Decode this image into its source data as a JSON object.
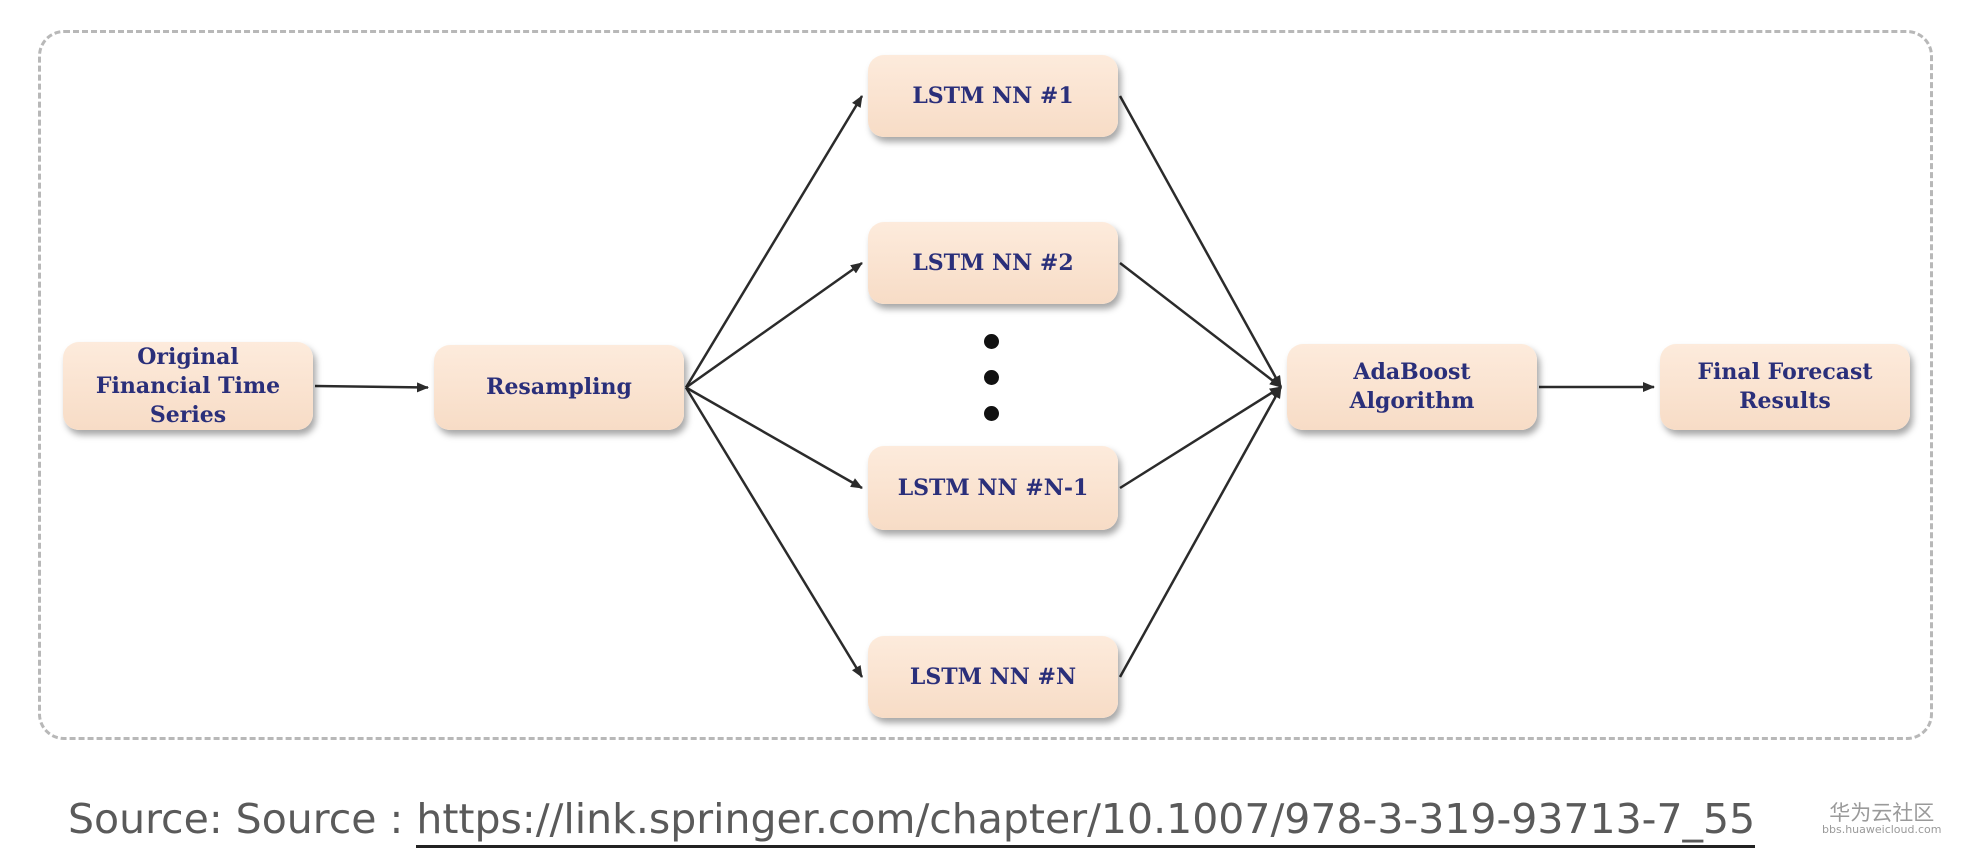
{
  "diagram": {
    "nodes": [
      {
        "id": "original",
        "label": "Original\nFinancial Time\nSeries"
      },
      {
        "id": "resampling",
        "label": "Resampling"
      },
      {
        "id": "lstm1",
        "label": "LSTM NN #1"
      },
      {
        "id": "lstm2",
        "label": "LSTM NN #2"
      },
      {
        "id": "lstmn1",
        "label": "LSTM NN #N-1"
      },
      {
        "id": "lstmn",
        "label": "LSTM NN #N"
      },
      {
        "id": "adaboost",
        "label": "AdaBoost\nAlgorithm"
      },
      {
        "id": "final",
        "label": "Final Forecast\nResults"
      }
    ],
    "edges": [
      {
        "from": "original",
        "to": "resampling"
      },
      {
        "from": "resampling",
        "to": "lstm1"
      },
      {
        "from": "resampling",
        "to": "lstm2"
      },
      {
        "from": "resampling",
        "to": "lstmn1"
      },
      {
        "from": "resampling",
        "to": "lstmn"
      },
      {
        "from": "lstm1",
        "to": "adaboost"
      },
      {
        "from": "lstm2",
        "to": "adaboost"
      },
      {
        "from": "lstmn1",
        "to": "adaboost"
      },
      {
        "from": "lstmn",
        "to": "adaboost"
      },
      {
        "from": "adaboost",
        "to": "final"
      }
    ],
    "colors": {
      "node_fill": "#fbe4d3",
      "node_text": "#2a2f7a",
      "arrow": "#2b2b2b",
      "frame": "#b8b8b8"
    }
  },
  "caption": {
    "prefix": "Source: Source : ",
    "link_text": "https://link.springer.com/chapter/10.1007/978-3-319-93713-7_55"
  },
  "watermark": {
    "main": "华为云社区",
    "sub": "bbs.huaweicloud.com"
  }
}
